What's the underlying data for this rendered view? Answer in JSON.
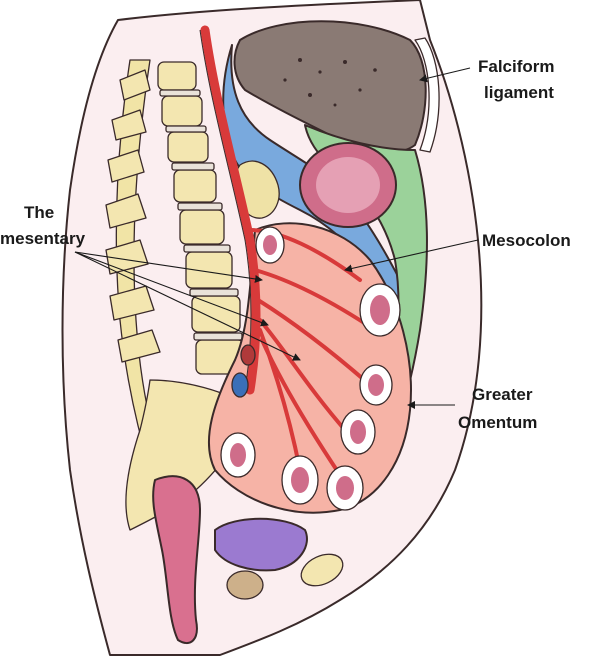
{
  "labels": {
    "falciform_line1": "Falciform",
    "falciform_line2": "ligament",
    "mesentery_line1": "The",
    "mesentery_line2": "mesentary",
    "mesocolon": "Mesocolon",
    "omentum_line1": "Greater",
    "omentum_line2": "Omentum"
  },
  "colors": {
    "background": "#ffffff",
    "skin": "#fbeef0",
    "body_outline": "#3a2a2a",
    "vertebra": "#f3e6b0",
    "disc": "#e9e2d9",
    "liver": "#8a7a74",
    "peritoneum_blue": "#79a9dd",
    "omentum_green": "#9bd29a",
    "stomach_pink": "#cf6d8a",
    "mesentery_salmon": "#f6b3a6",
    "aorta_red": "#d83a3a",
    "bladder_purple": "#9b7ad0",
    "rectum_pink": "#d9708f",
    "pancreas_yellow": "#efe2a6",
    "prostate_tan": "#cdb08a"
  },
  "icons": {
    "arrowhead": "triangle-arrow-icon"
  }
}
